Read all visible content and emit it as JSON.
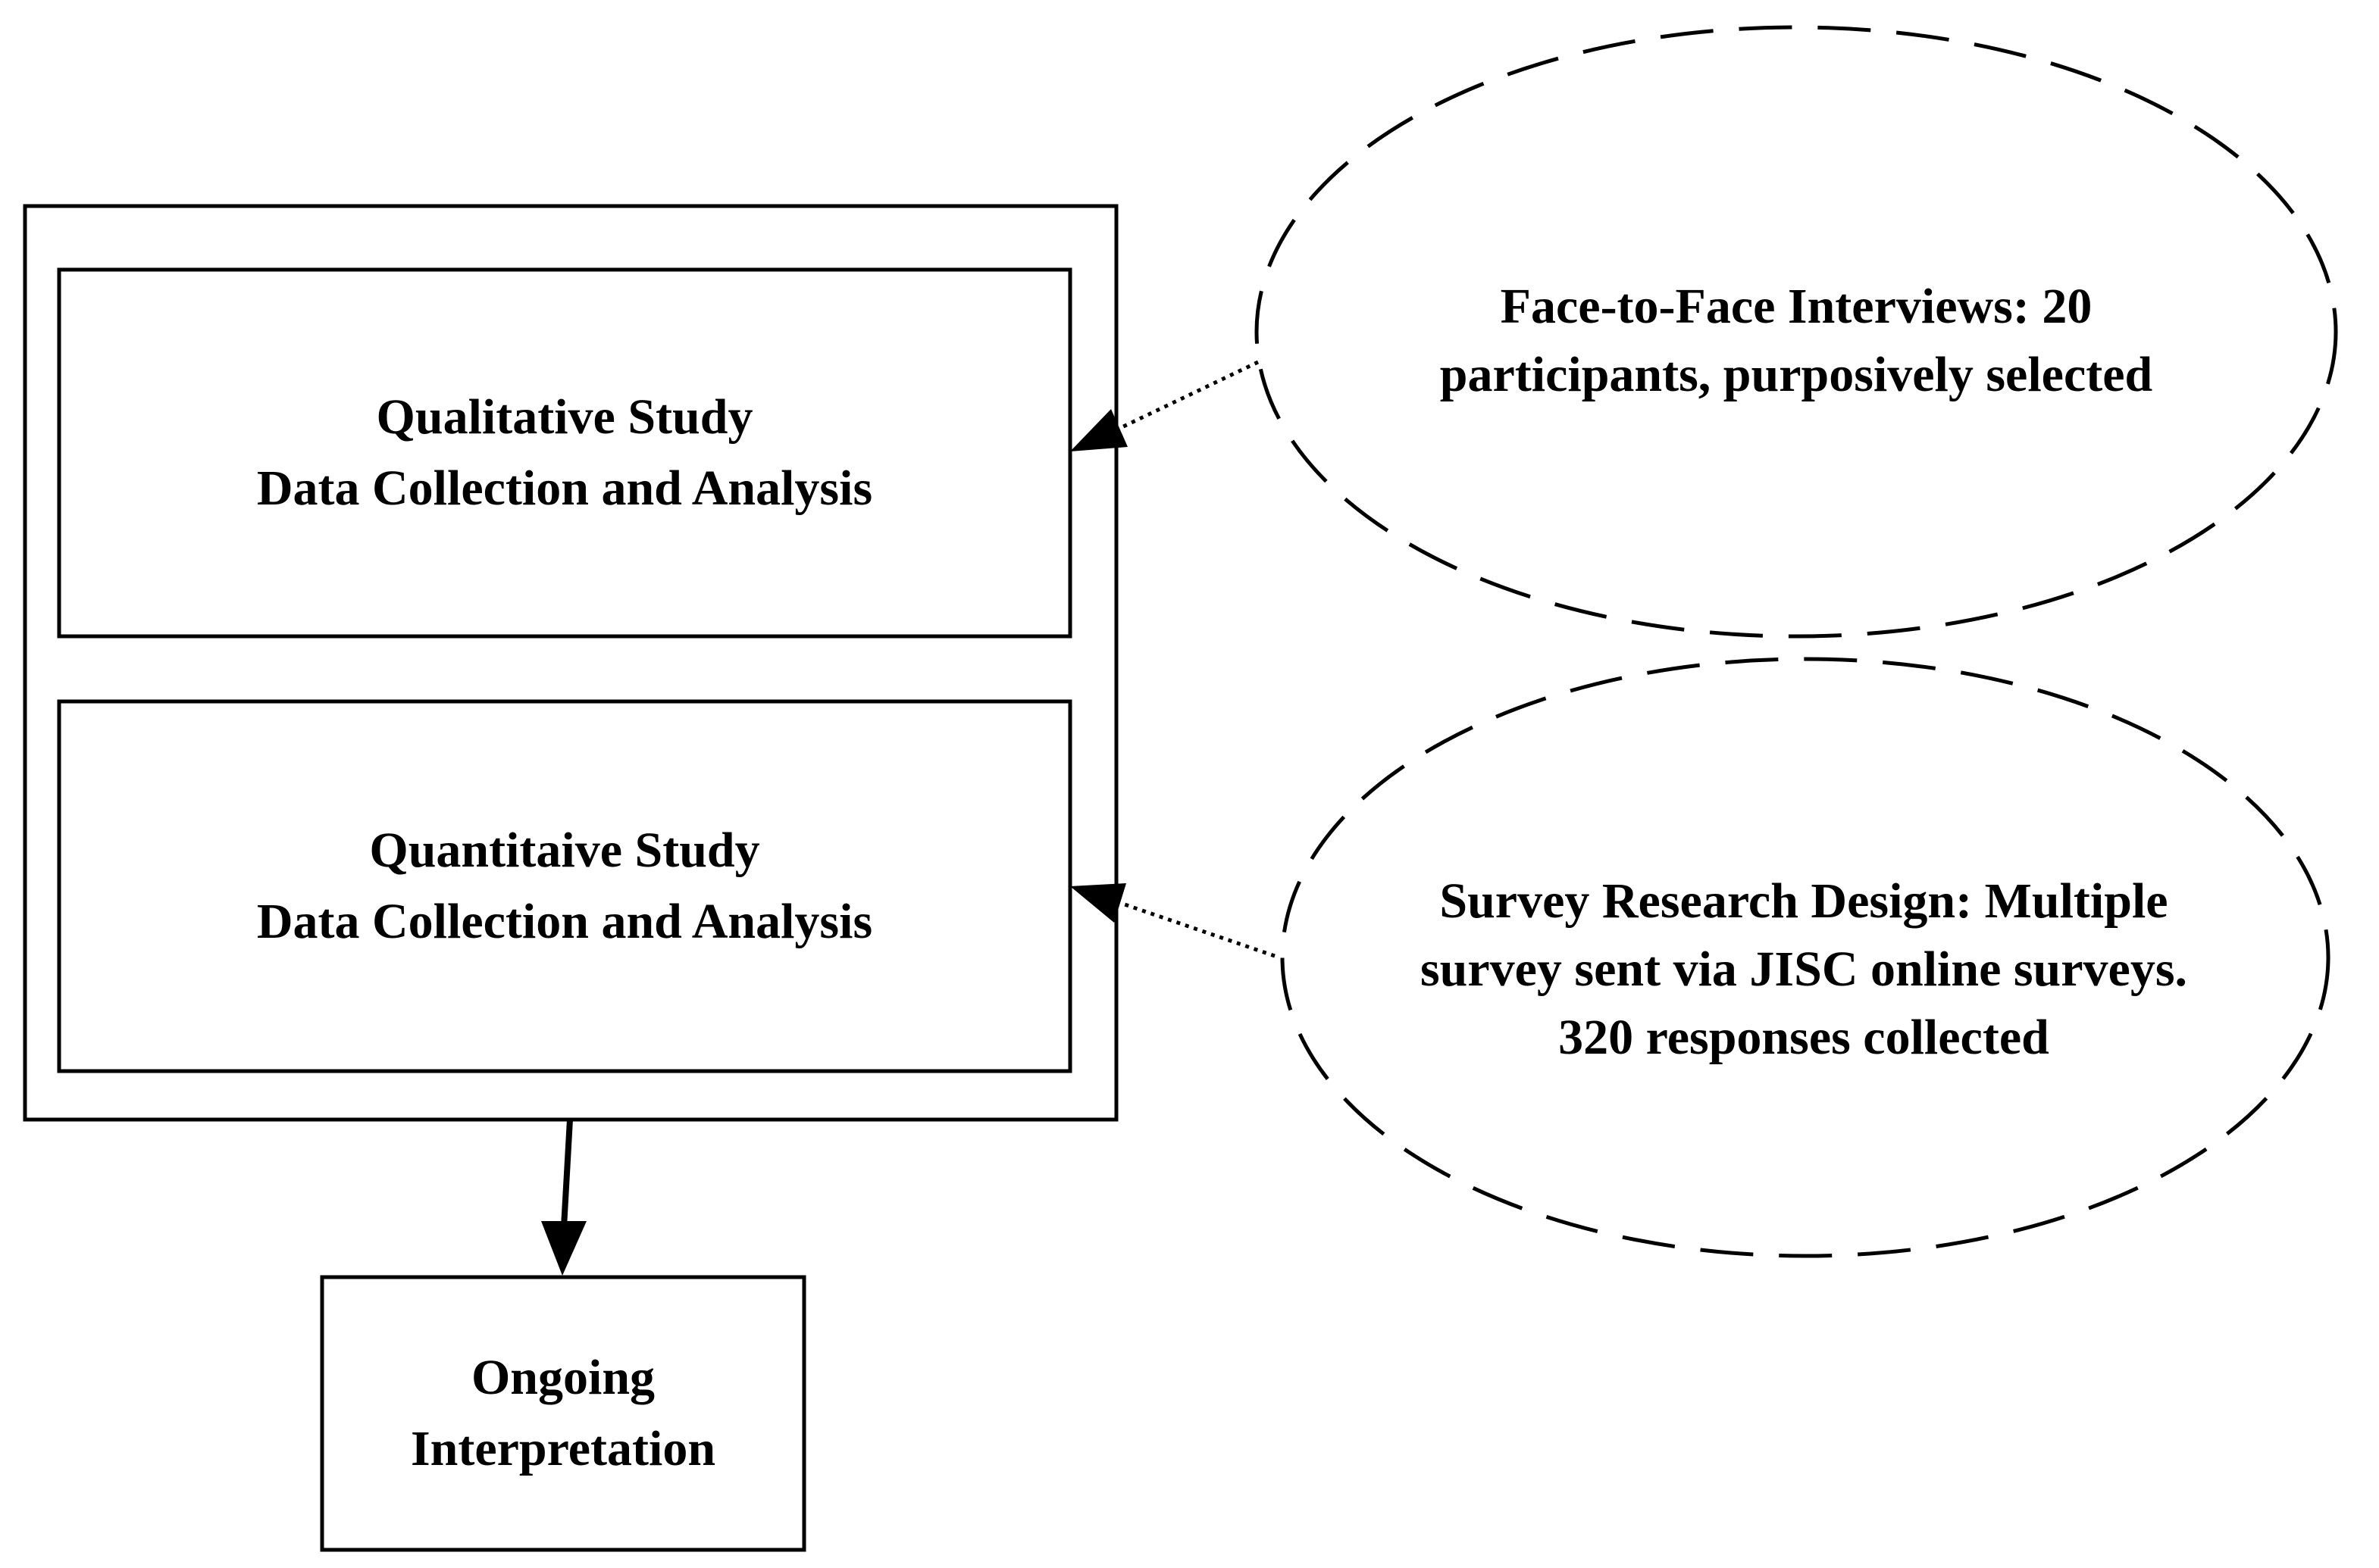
{
  "diagram": {
    "qualitative_box": {
      "line1": "Qualitative Study",
      "line2": "Data Collection and Analysis"
    },
    "quantitative_box": {
      "line1": "Quantitaive Study",
      "line2": "Data Collection and Analysis"
    },
    "interpretation_box": {
      "line1": "Ongoing",
      "line2": "Interpretation"
    },
    "interviews_ellipse": {
      "line1": "Face-to-Face Interviews: 20",
      "line2": "participants, purposively selected"
    },
    "survey_ellipse": {
      "line1": "Survey Research Design: Multiple",
      "line2": "survey sent via JISC online surveys.",
      "line3": "320 responses collected"
    },
    "colors": {
      "stroke": "#000000",
      "background": "#ffffff"
    }
  }
}
